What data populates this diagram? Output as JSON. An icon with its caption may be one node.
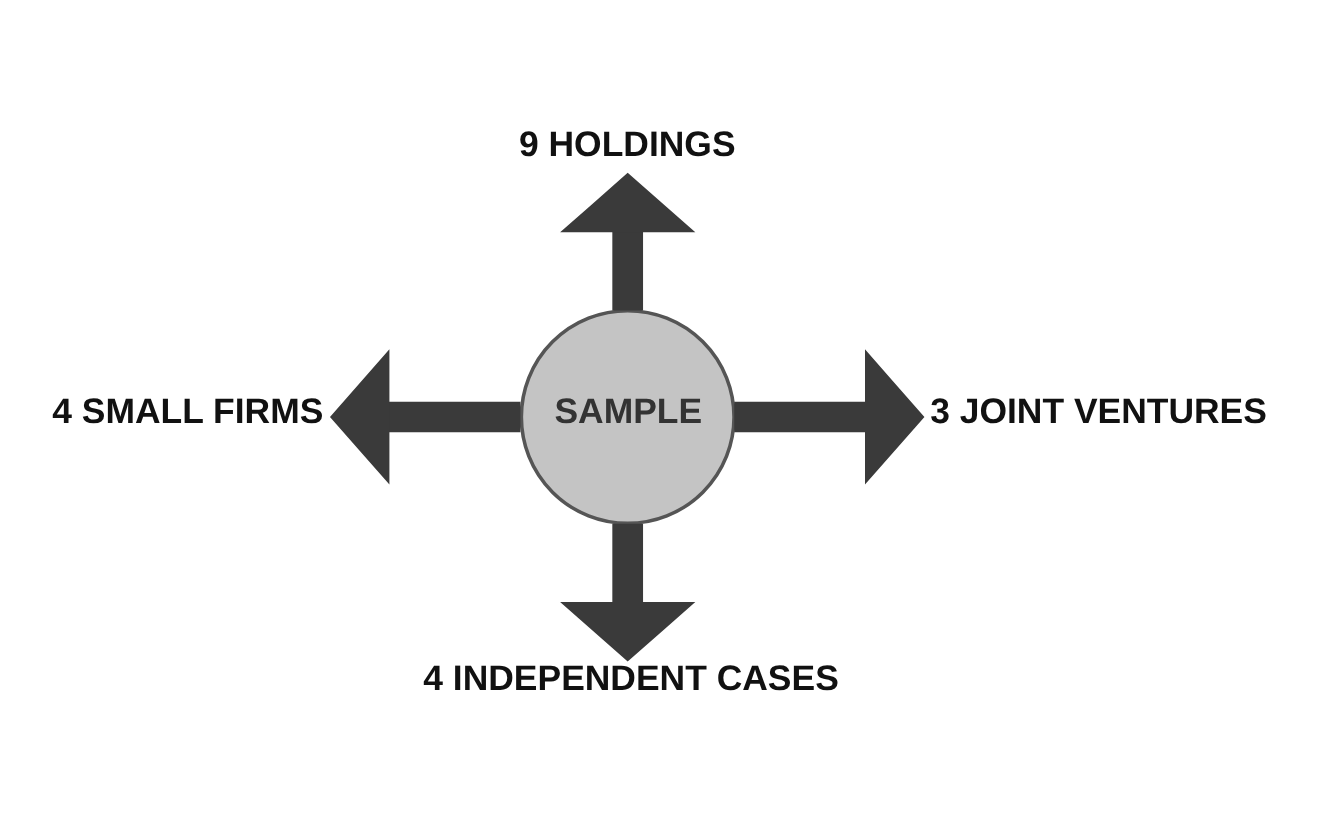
{
  "diagram": {
    "nodes": [
      {
        "text": [
          "9 HOLDINGS"
        ]
      },
      {
        "text": [
          "4 SMALL FIRMS"
        ]
      },
      {
        "text": [
          "SAMPLE"
        ]
      },
      {
        "text": [
          "3 JOINT VENTURES"
        ]
      },
      {
        "text": [
          "4 INDEPENDENT CASES"
        ]
      }
    ],
    "edges": [
      {
        "from": 2,
        "to": 0,
        "arrow": "to"
      },
      {
        "from": 2,
        "to": 1,
        "arrow": "to"
      },
      {
        "from": 2,
        "to": 3,
        "arrow": "to"
      },
      {
        "from": 2,
        "to": 4,
        "arrow": "to"
      }
    ]
  }
}
